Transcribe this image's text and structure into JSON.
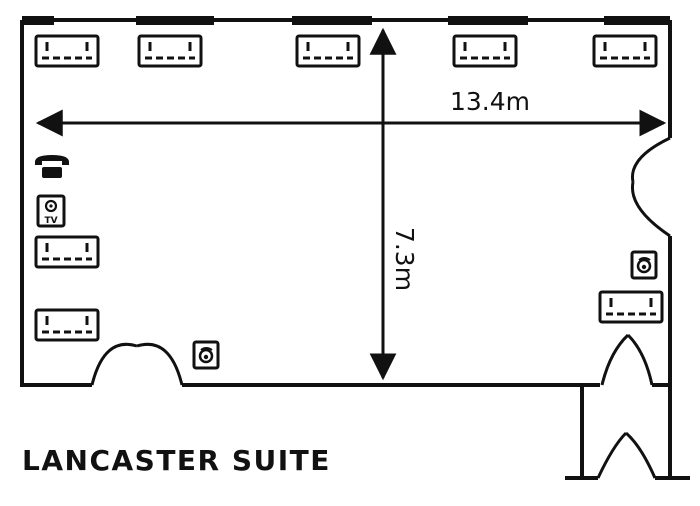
{
  "plan": {
    "title": "LANCASTER SUITE",
    "dimensions": {
      "width": "13.4m",
      "depth": "7.3m"
    },
    "icons": {
      "socket": "double-power-socket-icon",
      "phone": "telephone-icon",
      "tv": "tv-point-icon",
      "tv_label": "TV",
      "speaker": "sound-point-icon"
    },
    "colors": {
      "line": "#111111",
      "background": "#ffffff"
    }
  }
}
